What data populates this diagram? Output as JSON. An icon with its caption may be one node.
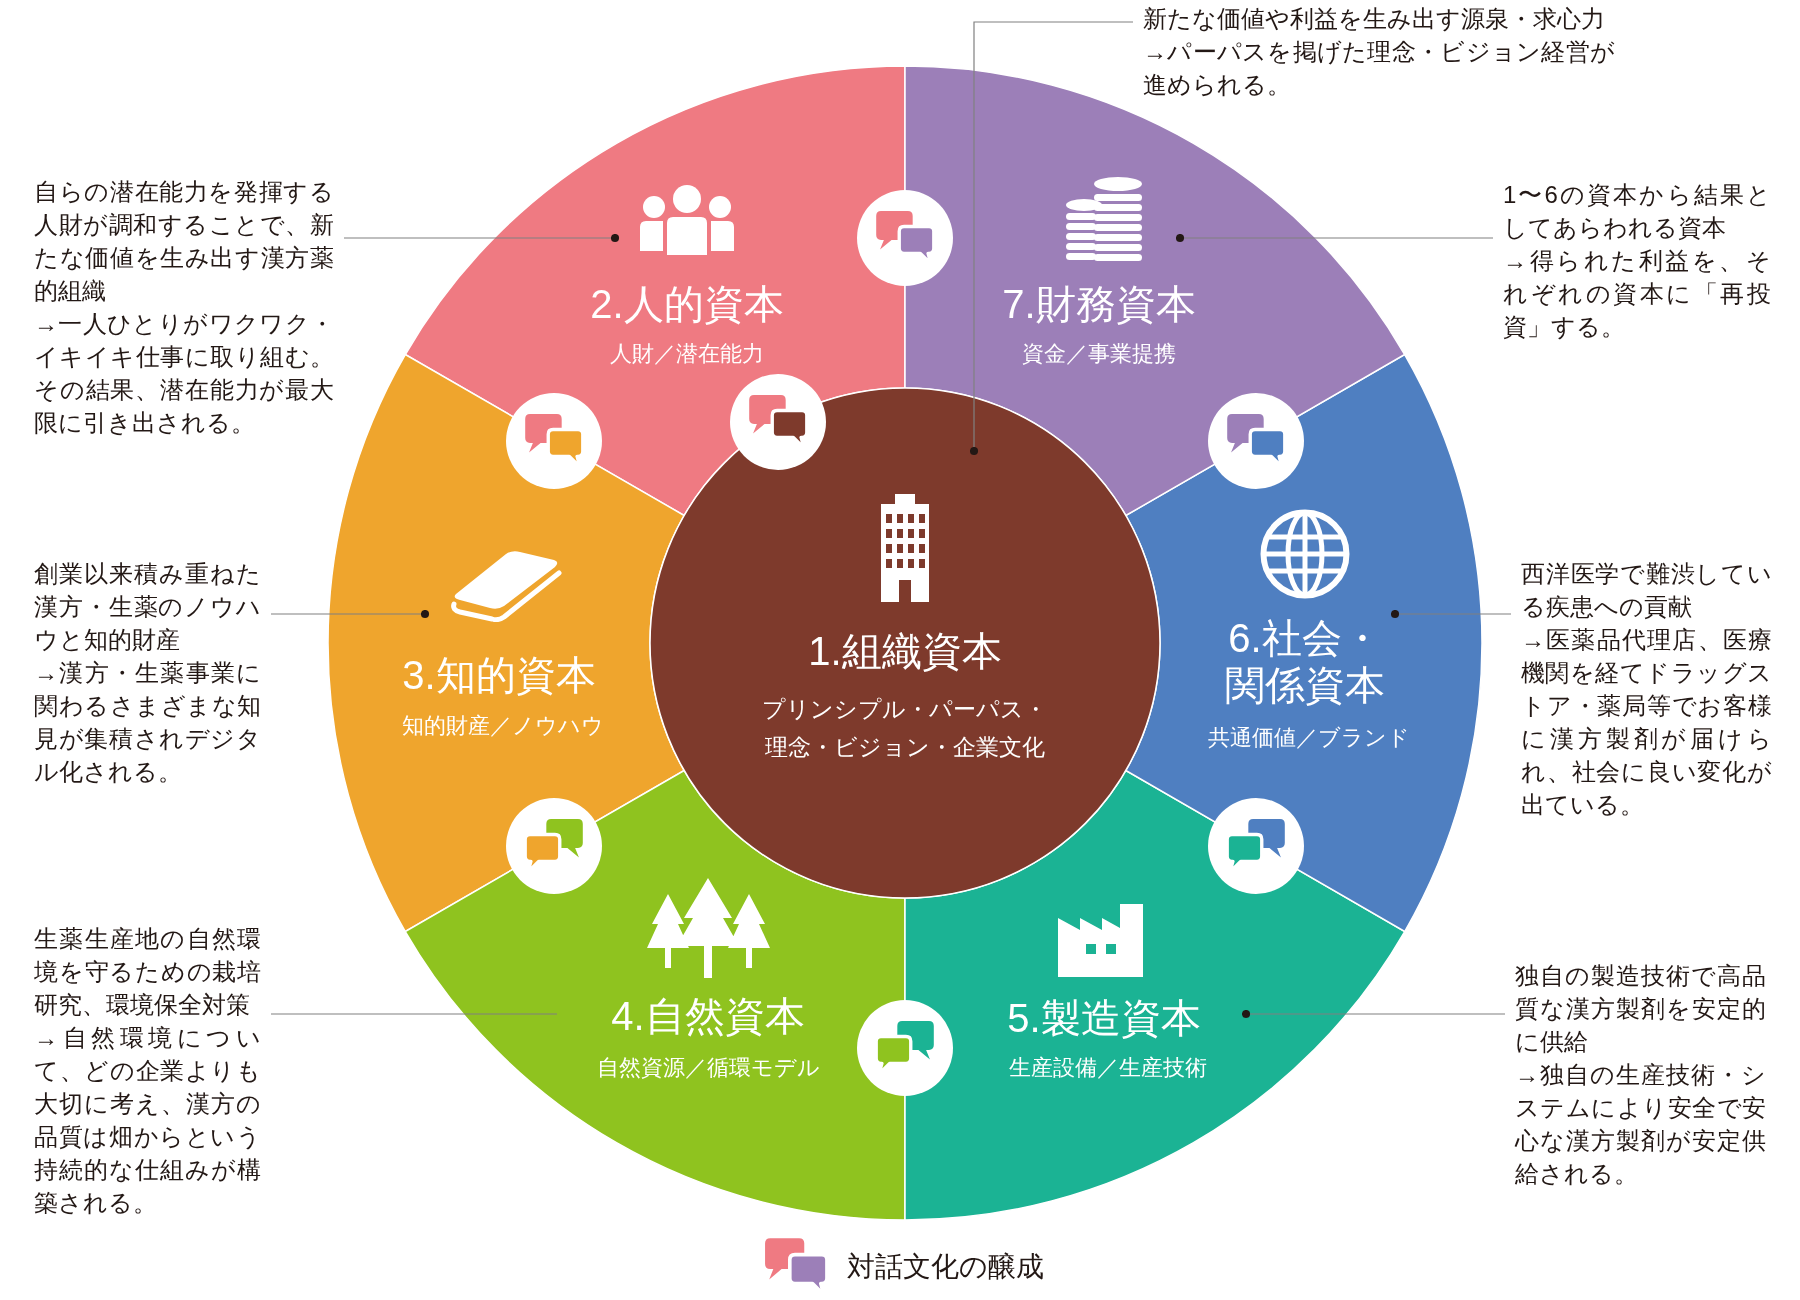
{
  "diagram": {
    "nodes": [
      {
        "text": [
          "1.組織資本",
          "プリンシプル・パーパス・理念・ビジョン・企業文化"
        ]
      },
      {
        "text": [
          "2.人的資本",
          "人財／潜在能力"
        ]
      },
      {
        "text": [
          "3.知的資本",
          "知的財産／ノウハウ"
        ]
      },
      {
        "text": [
          "4.自然資本",
          "自然資源／循環モデル"
        ]
      },
      {
        "text": [
          "5.製造資本",
          "生産設備／生産技術"
        ]
      },
      {
        "text": [
          "6.社会・関係資本",
          "共通価値／ブランド"
        ]
      },
      {
        "text": [
          "7.財務資本",
          "資金／事業提携"
        ]
      },
      {
        "text": [
          "新たな価値や利益を生み出す源泉・求心力",
          "→パーパスを掲げた理念・ビジョン経営が進められる。"
        ]
      },
      {
        "text": [
          "自らの潜在能力を発揮する人財が調和することで、新たな価値を生み出す漢方薬的組織",
          "→一人ひとりがワクワク・イキイキ仕事に取り組む。その結果、潜在能力が最大限に引き出される。"
        ]
      },
      {
        "text": [
          "創業以来積み重ねた漢方・生薬のノウハウと知的財産",
          "→漢方・生薬事業に関わるさまざまな知見が集積されデジタル化される。"
        ]
      },
      {
        "text": [
          "生薬生産地の自然環境を守るための栽培研究、環境保全対策",
          "→自然環境について、どの企業よりも大切に考え、漢方の品質は畑からという持続的な仕組みが構築される。"
        ]
      },
      {
        "text": [
          "独自の製造技術で高品質な漢方製剤を安定的に供給",
          "→独自の生産技術・システムにより安全で安心な漢方製剤が安定供給される。"
        ]
      },
      {
        "text": [
          "西洋医学で難渋している疾患への貢献",
          "→医薬品代理店、医療機関を経てドラッグストア・薬局等でお客様に漢方製剤が届けられ、社会に良い変化が出ている。"
        ]
      },
      {
        "text": [
          "1〜6の資本から結果としてあらわれる資本",
          "→得られた利益を、それぞれの資本に「再投資」する。"
        ]
      }
    ],
    "edges": [
      {
        "from": 7,
        "to": 0,
        "arrow": "other"
      },
      {
        "from": 8,
        "to": 1,
        "arrow": "other"
      },
      {
        "from": 9,
        "to": 2,
        "arrow": "other"
      },
      {
        "from": 10,
        "to": 3,
        "arrow": "none"
      },
      {
        "from": 11,
        "to": 4,
        "arrow": "other"
      },
      {
        "from": 12,
        "to": 5,
        "arrow": "other"
      },
      {
        "from": 13,
        "to": 6,
        "arrow": "other"
      }
    ],
    "legend": [
      {
        "text": "対話文化の醸成"
      }
    ]
  }
}
